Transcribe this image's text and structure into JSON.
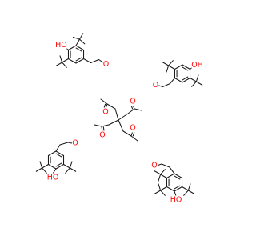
{
  "diagram": {
    "type": "chemical-structure",
    "atom_labels": {
      "hydroxyl": "HO",
      "hydroxyl_right": "OH",
      "oxygen": "O"
    },
    "colors": {
      "bond": "#1a1a1a",
      "oxygen": "#ff0d0d",
      "background": "#ffffff"
    }
  }
}
